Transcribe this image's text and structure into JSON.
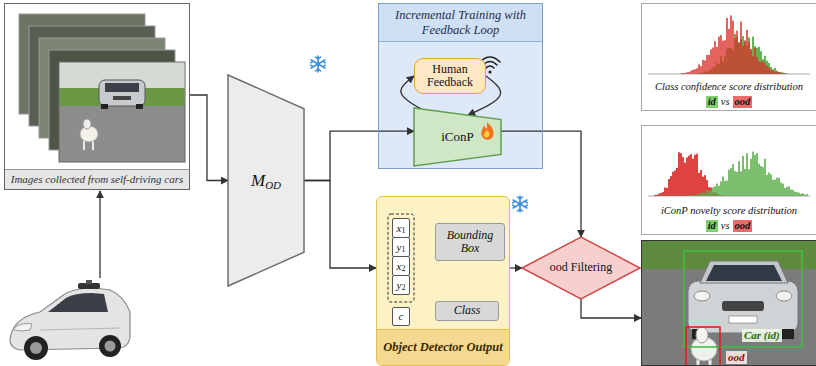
{
  "diagram": {
    "nodes": [
      {
        "text": [
          "Images collected from self-driving cars"
        ]
      },
      {
        "text": [
          "M",
          "OD"
        ]
      },
      {
        "text": [
          "Incremental Training with Feedback Loop"
        ]
      },
      {
        "text": [
          "Human Feedback"
        ],
        "in": 2
      },
      {
        "text": [
          "iConP"
        ],
        "in": 2
      },
      {
        "text": [
          "Object Detector Output"
        ]
      },
      {
        "text": [
          "x",
          "1"
        ],
        "in": 5
      },
      {
        "text": [
          "y",
          "1"
        ],
        "in": 5
      },
      {
        "text": [
          "x",
          "2"
        ],
        "in": 5
      },
      {
        "text": [
          "y",
          "2"
        ],
        "in": 5
      },
      {
        "text": [
          "c"
        ],
        "in": 5
      },
      {
        "text": [
          "Bounding Box"
        ],
        "in": 5
      },
      {
        "text": [
          "Class"
        ],
        "in": 5
      },
      {
        "text": [
          "ood Filtering"
        ]
      },
      {
        "text": [
          "Class confidence score distribution",
          "id",
          "vs",
          "ood"
        ]
      },
      {
        "text": [
          "iConP novelty score distribution",
          "id",
          "vs",
          "ood"
        ]
      },
      {
        "text": [
          "Car (id)",
          "ood"
        ]
      }
    ],
    "edges": [
      {
        "from": 0,
        "to": 1,
        "arrow": "to"
      },
      {
        "from": 1,
        "to": 4,
        "arrow": "to"
      },
      {
        "from": 1,
        "to": 5,
        "arrow": "to"
      },
      {
        "from": 4,
        "to": 3,
        "arrow": "to"
      },
      {
        "from": 3,
        "to": 4,
        "arrow": "to"
      },
      {
        "from": 5,
        "to": 13,
        "arrow": "to"
      },
      {
        "from": 4,
        "to": 13,
        "arrow": "to"
      },
      {
        "from": 13,
        "to": 16,
        "arrow": "to"
      }
    ]
  }
}
